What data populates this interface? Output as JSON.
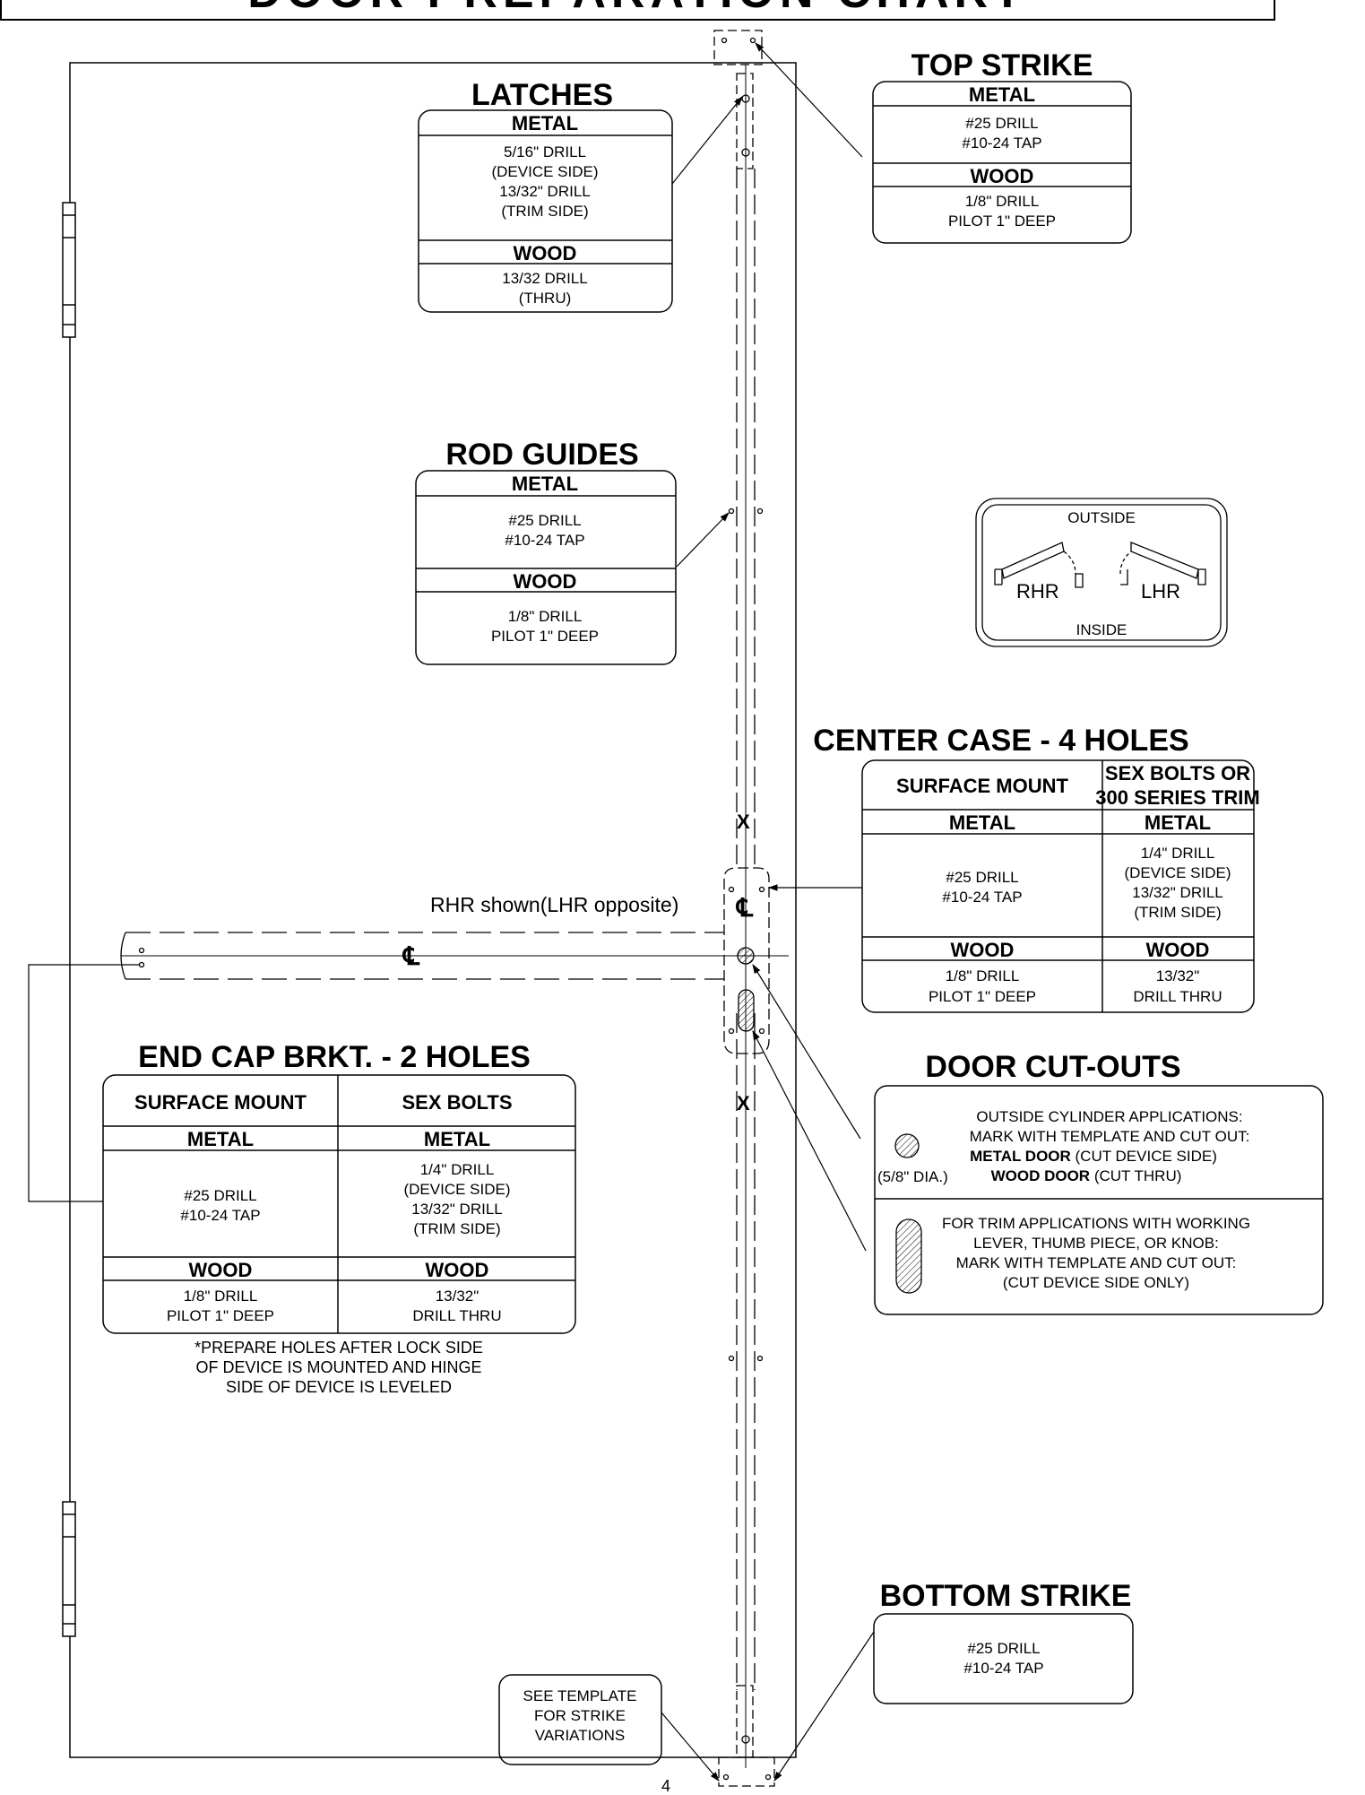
{
  "page_title": "DOOR PREPARATION CHART",
  "page_number": "4",
  "latches": {
    "title": "LATCHES",
    "metal": "METAL",
    "metal_lines": [
      "5/16\" DRILL",
      "(DEVICE SIDE)",
      "13/32\" DRILL",
      "(TRIM SIDE)"
    ],
    "wood": "WOOD",
    "wood_lines": [
      "13/32 DRILL",
      "(THRU)"
    ]
  },
  "top_strike": {
    "title": "TOP STRIKE",
    "metal": "METAL",
    "metal_lines": [
      "#25 DRILL",
      "#10-24 TAP"
    ],
    "wood": "WOOD",
    "wood_lines": [
      "1/8\" DRILL",
      "PILOT 1\" DEEP"
    ]
  },
  "rod_guides": {
    "title": "ROD GUIDES",
    "metal": "METAL",
    "metal_lines": [
      "#25 DRILL",
      "#10-24 TAP"
    ],
    "wood": "WOOD",
    "wood_lines": [
      "1/8\" DRILL",
      "PILOT 1\" DEEP"
    ]
  },
  "handing": {
    "outside": "OUTSIDE",
    "inside": "INSIDE",
    "rhr": "RHR",
    "lhr": "LHR"
  },
  "center_case": {
    "title": "CENTER CASE - 4 HOLES",
    "col1": "SURFACE MOUNT",
    "col2_lines": [
      "SEX BOLTS OR",
      "300 SERIES TRIM"
    ],
    "metal": "METAL",
    "metal_left": [
      "#25 DRILL",
      "#10-24 TAP"
    ],
    "metal_right": [
      "1/4\" DRILL",
      "(DEVICE SIDE)",
      "13/32\" DRILL",
      "(TRIM SIDE)"
    ],
    "wood": "WOOD",
    "wood_left": [
      "1/8\" DRILL",
      "PILOT 1\" DEEP"
    ],
    "wood_right": [
      "13/32\"",
      "DRILL THRU"
    ]
  },
  "rhr_note": "RHR shown(LHR opposite)",
  "centerline_symbol": "℄",
  "x_mark": "X",
  "end_cap": {
    "title": "END CAP BRKT. - 2 HOLES",
    "col1": "SURFACE MOUNT",
    "col2": "SEX BOLTS",
    "metal": "METAL",
    "metal_left": [
      "#25 DRILL",
      "#10-24 TAP"
    ],
    "metal_right": [
      "1/4\" DRILL",
      "(DEVICE SIDE)",
      "13/32\" DRILL",
      "(TRIM SIDE)"
    ],
    "wood": "WOOD",
    "wood_left": [
      "1/8\" DRILL",
      "PILOT 1\" DEEP"
    ],
    "wood_right": [
      "13/32\"",
      "DRILL THRU"
    ],
    "note_lines": [
      "*PREPARE HOLES AFTER LOCK SIDE",
      "OF DEVICE IS MOUNTED AND HINGE",
      "SIDE OF DEVICE IS LEVELED"
    ]
  },
  "door_cutouts": {
    "title": "DOOR CUT-OUTS",
    "dia": "(5/8\" DIA.)",
    "a1": "OUTSIDE CYLINDER APPLICATIONS:",
    "a2": "MARK WITH TEMPLATE AND CUT OUT:",
    "a3b": "METAL DOOR",
    "a3": " (CUT DEVICE SIDE)",
    "a4b": "WOOD DOOR",
    "a4": " (CUT THRU)",
    "b_lines": [
      "FOR TRIM APPLICATIONS WITH WORKING",
      "LEVER, THUMB PIECE, OR KNOB:",
      "MARK WITH TEMPLATE AND CUT OUT:",
      "(CUT DEVICE SIDE ONLY)"
    ]
  },
  "bottom_strike": {
    "title": "BOTTOM STRIKE",
    "lines": [
      "#25 DRILL",
      "#10-24 TAP"
    ]
  },
  "see_template": [
    "SEE TEMPLATE",
    "FOR STRIKE",
    "VARIATIONS"
  ]
}
